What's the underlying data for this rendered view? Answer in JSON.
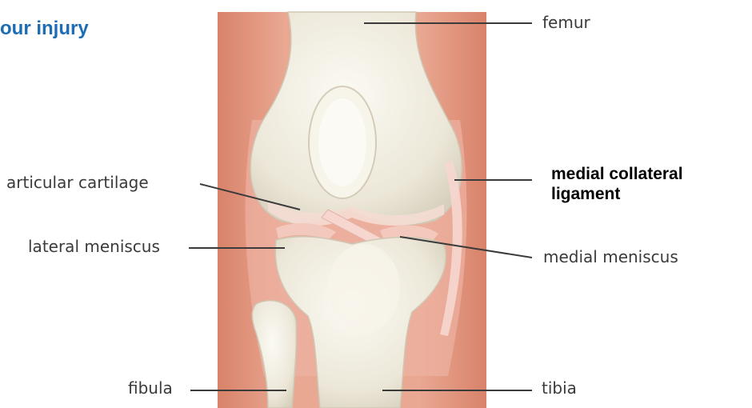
{
  "heading": "our injury",
  "labels": {
    "femur": "femur",
    "articular_cartilage": "articular cartilage",
    "medial_collateral_ligament_line1": "medial collateral",
    "medial_collateral_ligament_line2": "ligament",
    "lateral_meniscus": "lateral meniscus",
    "medial_meniscus": "medial meniscus",
    "fibula": "fibula",
    "tibia": "tibia"
  },
  "colors": {
    "heading": "#1d6db5",
    "skin": "#e39a82",
    "bone": "#f1ede1",
    "ligament": "#f6d6cf"
  }
}
